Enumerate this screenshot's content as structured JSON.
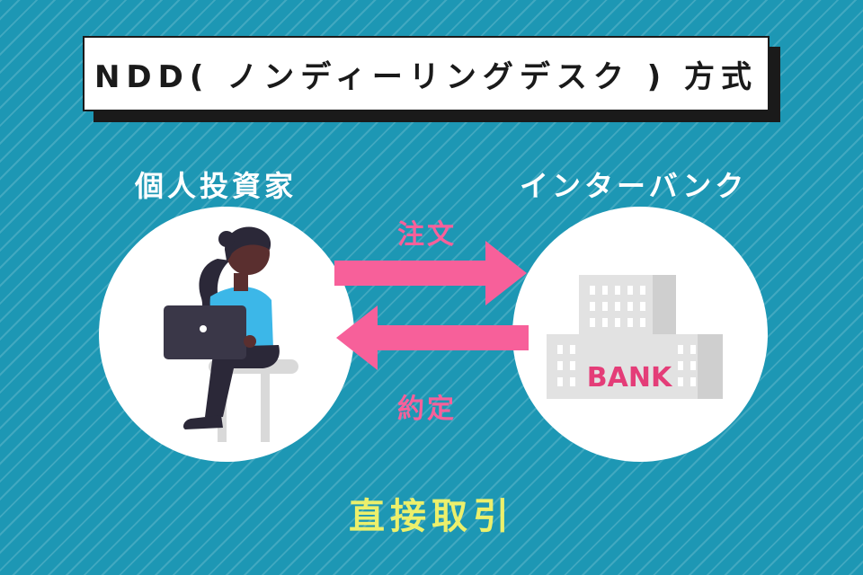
{
  "title": "NDD( ノンディーリングデスク ) 方式",
  "investor": {
    "label": "個人投資家"
  },
  "interbank": {
    "label": "インターバンク",
    "building_text": "BANK"
  },
  "arrows": {
    "order_label": "注文",
    "contract_label": "約定"
  },
  "footer": "直接取引",
  "colors": {
    "background": "#1d97b4",
    "arrow": "#f7609a",
    "footer_text": "#ecf06b",
    "title_box": "#ffffff",
    "title_text": "#1a1a1a",
    "bank_text": "#e43d78",
    "person_shirt": "#3cb7e8",
    "person_pants": "#2b2838",
    "laptop": "#3a3748",
    "stool": "#d9d9d9",
    "building": "#e2e2e2"
  }
}
